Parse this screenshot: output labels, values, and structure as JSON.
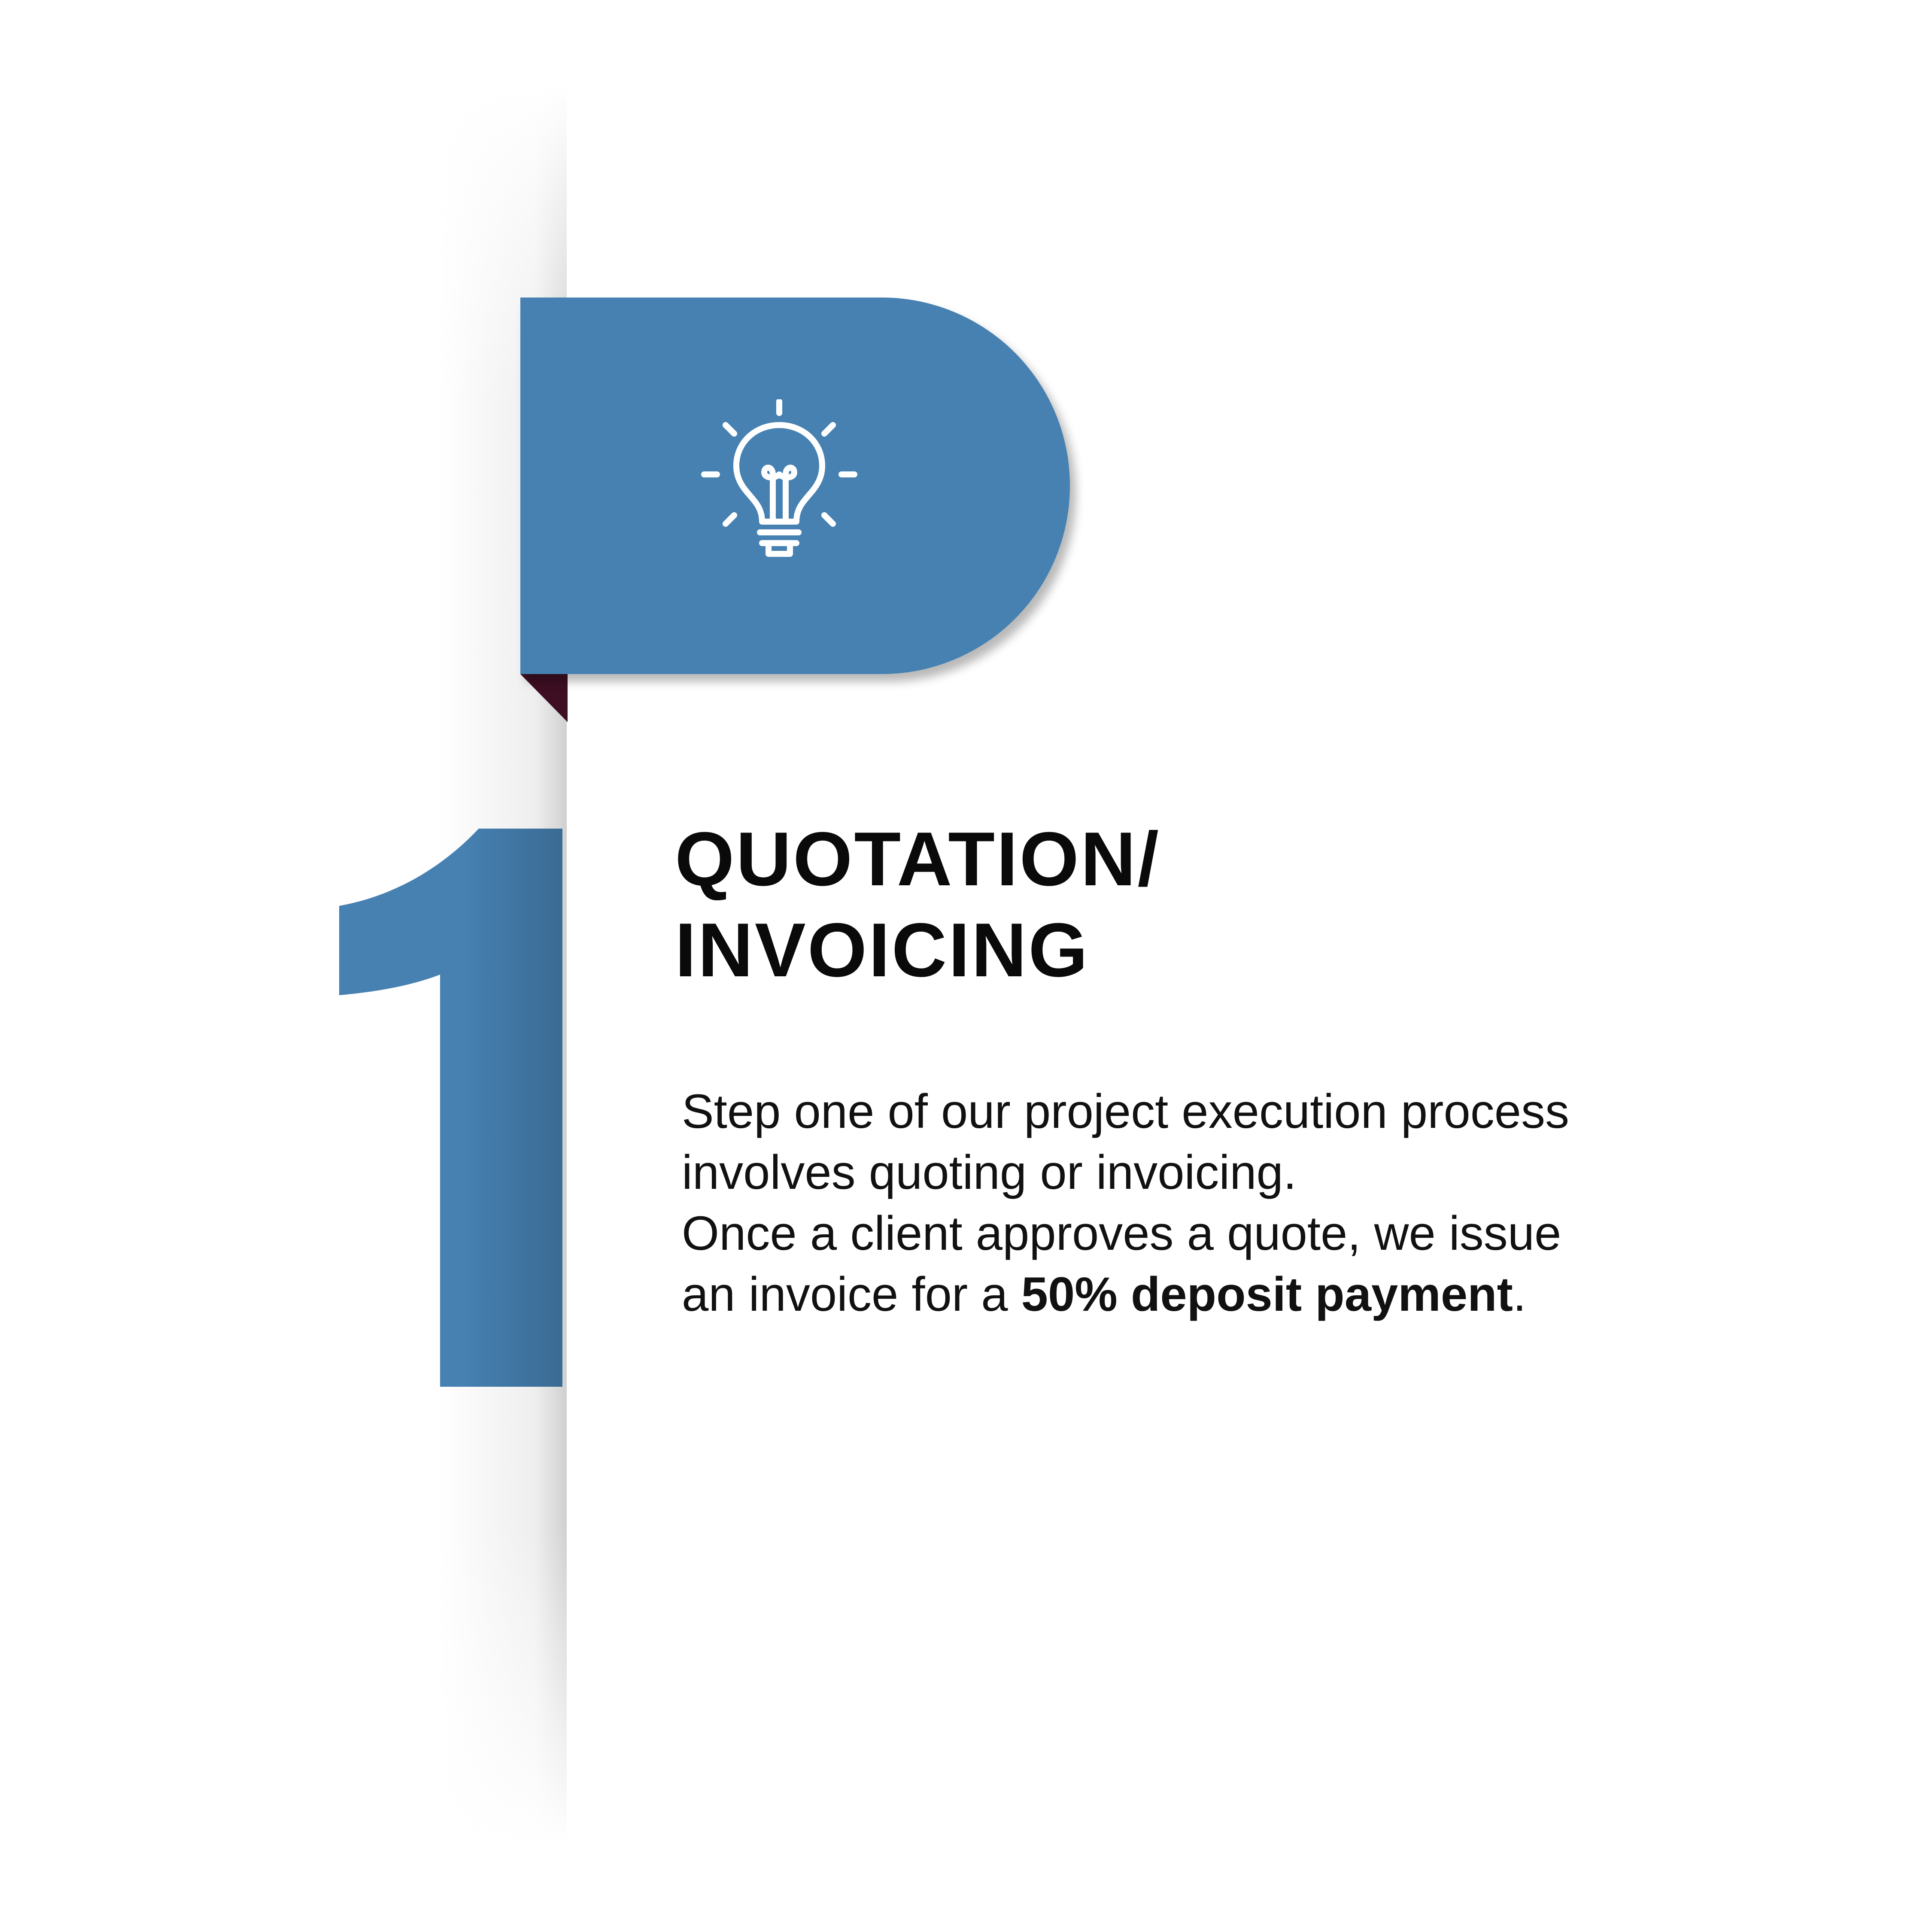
{
  "colors": {
    "accent_blue": "#4681b2",
    "fold_dark": "#3e0f22",
    "text": "#111111",
    "background": "#ffffff"
  },
  "step": {
    "number": "1",
    "icon": "lightbulb-icon",
    "title_line1": "QUOTATION/",
    "title_line2": "INVOICING"
  },
  "description": {
    "line1": "Step one of our project execution process",
    "line2": "involves quoting or invoicing.",
    "line3": "Once a client approves a quote, we issue",
    "line4_prefix": "an invoice for a ",
    "line4_bold": "50% deposit payment",
    "line4_suffix": "."
  }
}
